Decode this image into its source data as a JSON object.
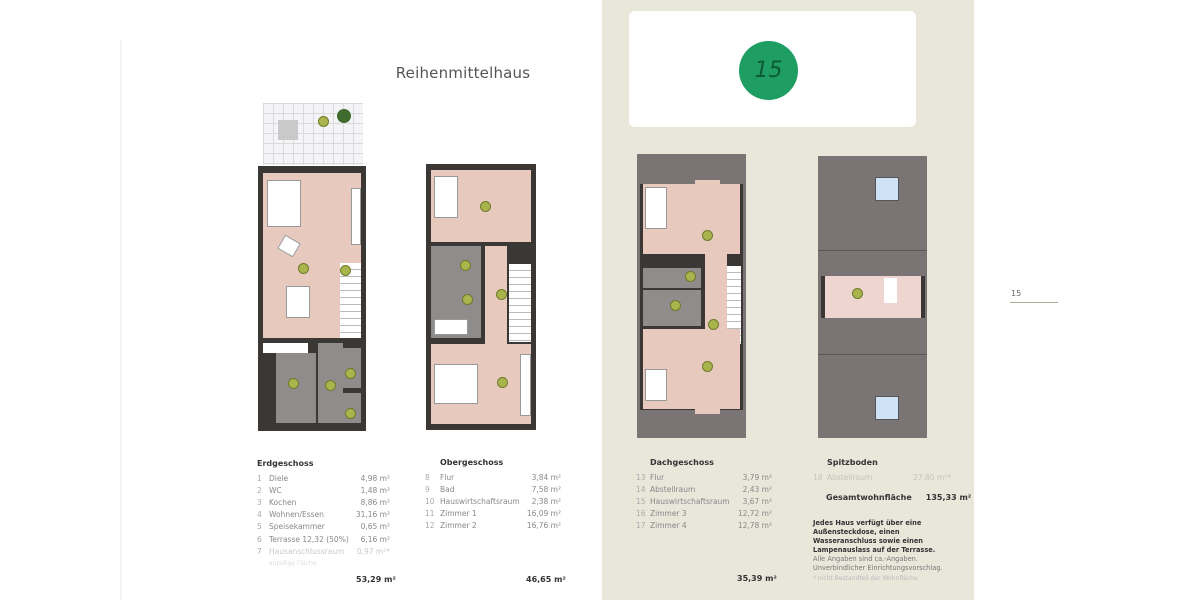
{
  "document": {
    "title": "Reihenmittelhaus",
    "badge_number": "15",
    "badge_color": "#1e9e63",
    "page_number": "15",
    "accent_line_color": "#a7b08a"
  },
  "floors": {
    "erdgeschoss": {
      "heading": "Erdgeschoss",
      "rooms": [
        {
          "num": "1",
          "name": "Diele",
          "area": "4,98 m²"
        },
        {
          "num": "2",
          "name": "WC",
          "area": "1,48 m²"
        },
        {
          "num": "3",
          "name": "Kochen",
          "area": "8,86 m²"
        },
        {
          "num": "4",
          "name": "Wohnen/Essen",
          "area": "31,16 m²"
        },
        {
          "num": "5",
          "name": "Speisekammer",
          "area": "0,65 m²"
        },
        {
          "num": "6",
          "name": "Terrasse 12,32 (50%)",
          "area": "6,16 m²"
        },
        {
          "num": "7",
          "name": "Hausanschlussraum",
          "area": "0,97 m²*"
        }
      ],
      "footnote_line": "anteilige Fläche",
      "total": "53,29 m²"
    },
    "obergeschoss": {
      "heading": "Obergeschoss",
      "rooms": [
        {
          "num": "8",
          "name": "Flur",
          "area": "3,84 m²"
        },
        {
          "num": "9",
          "name": "Bad",
          "area": "7,58 m²"
        },
        {
          "num": "10",
          "name": "Hauswirtschaftsraum",
          "area": "2,38 m²"
        },
        {
          "num": "11",
          "name": "Zimmer 1",
          "area": "16,09 m²"
        },
        {
          "num": "12",
          "name": "Zimmer 2",
          "area": "16,76 m²"
        }
      ],
      "total": "46,65 m²"
    },
    "dachgeschoss": {
      "heading": "Dachgeschoss",
      "rooms": [
        {
          "num": "13",
          "name": "Flur",
          "area": "3,79 m²"
        },
        {
          "num": "14",
          "name": "Abstellraum",
          "area": "2,43 m²"
        },
        {
          "num": "15",
          "name": "Hauswirtschaftsraum",
          "area": "3,67 m²"
        },
        {
          "num": "16",
          "name": "Zimmer 3",
          "area": "12,72 m²"
        },
        {
          "num": "17",
          "name": "Zimmer 4",
          "area": "12,78 m²"
        }
      ],
      "total": "35,39 m²"
    },
    "spitzboden": {
      "heading": "Spitzboden",
      "rooms": [
        {
          "num": "18",
          "name": "Abstellraum",
          "area": "27,80 m²*"
        }
      ]
    }
  },
  "summary": {
    "label": "Gesamtwohnfläche",
    "value": "135,33 m²",
    "note_bold": "Jedes Haus verfügt über eine Außensteckdose, einen Wasseranschluss sowie einen Lampenauslass auf der Terrasse.",
    "note_line1": "Alle Angaben sind ca.-Angaben.",
    "note_line2": "Unverbindlicher Einrichtungsvorschlag.",
    "footnote": "* nicht Bestandteil der Wohnfläche"
  }
}
